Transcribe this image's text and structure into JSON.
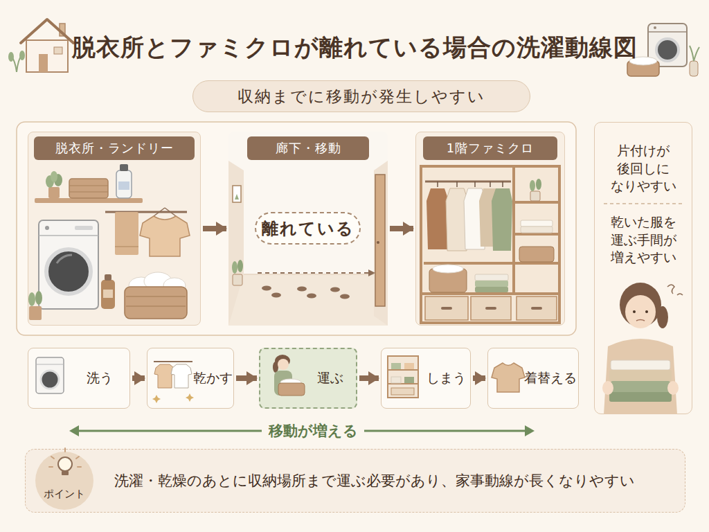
{
  "diagram": {
    "title": "脱衣所とファミクロが離れている場合の洗濯動線図",
    "nodes": [
      {
        "text": [
          "収納までに移動が発生しやすい"
        ]
      },
      {
        "text": [
          "脱衣所・ランドリー"
        ]
      },
      {
        "text": [
          "廊下・移動"
        ]
      },
      {
        "text": [
          "離れている"
        ],
        "in": 2
      },
      {
        "text": [
          "1階ファミクロ"
        ]
      },
      {
        "text": [
          "片付けが 後回しに なりやすい",
          "乾いた服を 運ぶ手間が 増えやすい"
        ]
      },
      {
        "text": [
          "洗う"
        ]
      },
      {
        "text": [
          "乾かす"
        ]
      },
      {
        "text": [
          "運ぶ"
        ]
      },
      {
        "text": [
          "しまう"
        ]
      },
      {
        "text": [
          "着替える"
        ]
      },
      {
        "text": [
          "ポイント",
          "洗濯・乾燥のあとに収納場所まで運ぶ必要があり、家事動線が長くなりやすい"
        ]
      }
    ],
    "edges": [
      {
        "from": 1,
        "to": 2,
        "arrow": "to"
      },
      {
        "from": 2,
        "to": 4,
        "arrow": "to"
      },
      {
        "from": 6,
        "to": 7,
        "arrow": "to"
      },
      {
        "from": 7,
        "to": 8,
        "arrow": "to"
      },
      {
        "from": 8,
        "to": 9,
        "arrow": "to"
      },
      {
        "from": 9,
        "to": 10,
        "arrow": "to"
      }
    ],
    "labels": [
      "移動が増える"
    ]
  }
}
